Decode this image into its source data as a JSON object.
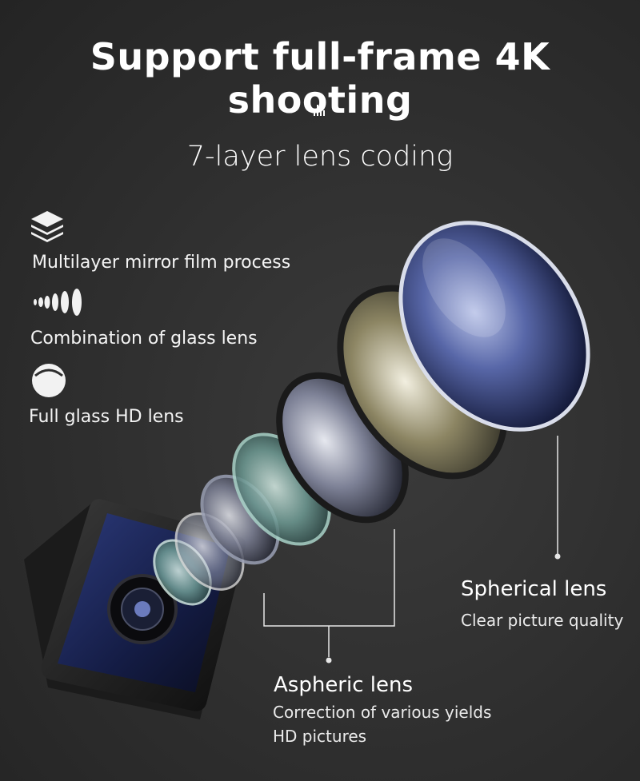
{
  "header": {
    "title": "Support full-frame 4K shooting",
    "subtitle": "7-layer lens coding"
  },
  "features": [
    {
      "icon": "layers-icon",
      "label": "Multilayer mirror film process"
    },
    {
      "icon": "lens-combination-icon",
      "label": "Combination of glass lens"
    },
    {
      "icon": "glass-lens-icon",
      "label": "Full glass HD lens"
    }
  ],
  "callouts": {
    "spherical": {
      "title": "Spherical lens",
      "desc": "Clear picture quality"
    },
    "aspheric": {
      "title": "Aspheric lens",
      "desc_line1": "Correction of various yields",
      "desc_line2": "HD pictures"
    }
  },
  "colors": {
    "background": "#2e2e2e",
    "text": "#ffffff",
    "lens_tint": "#3c4a8a"
  }
}
